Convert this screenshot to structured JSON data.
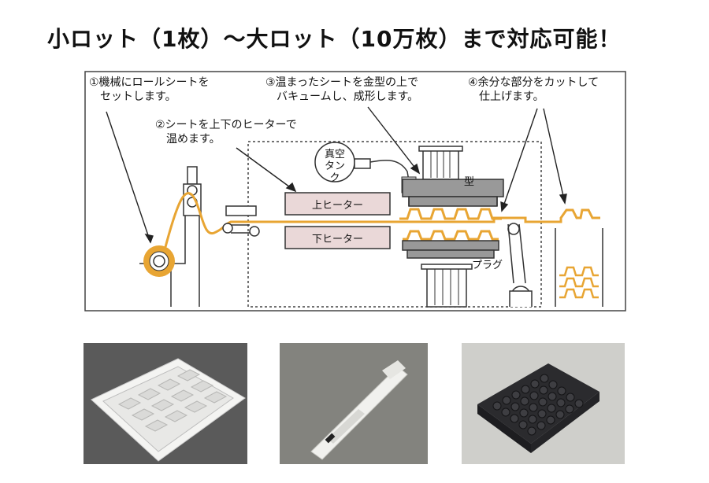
{
  "title": "小ロット（1枚）～大ロット（10万枚）まで対応可能！",
  "diagram": {
    "steps": [
      {
        "line1": "①機械にロールシートを",
        "line2": "　セットします。"
      },
      {
        "line1": "②シートを上下のヒーターで",
        "line2": "　温めます。"
      },
      {
        "line1": "③温まったシートを金型の上で",
        "line2": "　バキュームし、成形します。"
      },
      {
        "line1": "④余分な部分をカットして",
        "line2": "　仕上げます。"
      }
    ],
    "vacuum_tank": {
      "line1": "真空",
      "line2": "タンク"
    },
    "upper_heater": "上ヒーター",
    "lower_heater": "下ヒーター",
    "mold": "型",
    "plug": "プラグ"
  },
  "photos": [
    {
      "name": "white-vacuum-formed-tray-photo"
    },
    {
      "name": "white-plastic-holder-photo"
    },
    {
      "name": "black-rubber-pad-photo"
    }
  ],
  "colors": {
    "sheet": "#e8a533",
    "heater": "#ead8d8",
    "line": "#333333"
  }
}
